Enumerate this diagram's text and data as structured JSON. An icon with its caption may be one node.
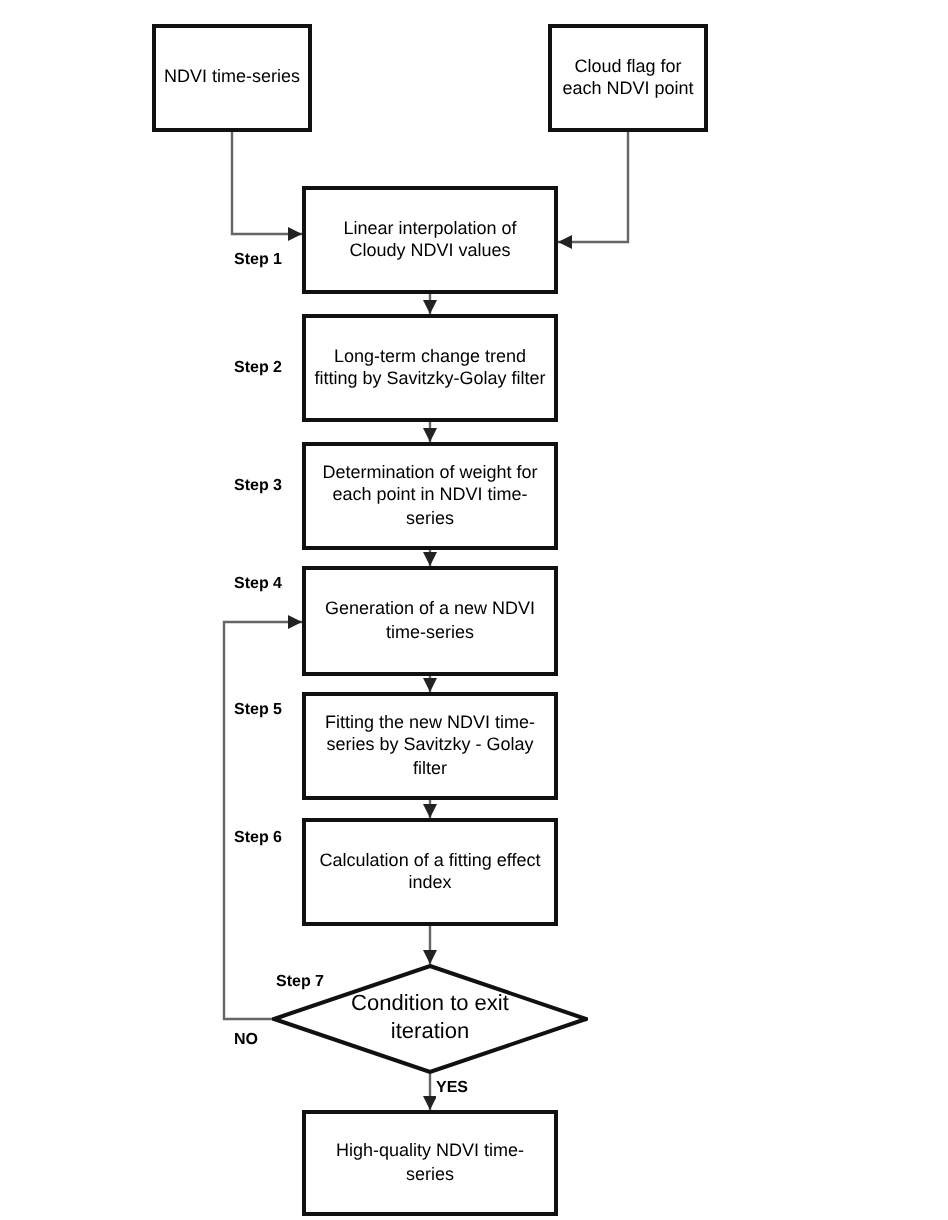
{
  "diagram": {
    "nodes": [
      {
        "text": [
          "NDVI time-series"
        ]
      },
      {
        "text": [
          "Cloud flag for each NDVI point"
        ]
      },
      {
        "text": [
          "Linear interpolation of Cloudy NDVI values"
        ]
      },
      {
        "text": [
          "Long-term change trend fitting by Savitzky-Golay filter"
        ]
      },
      {
        "text": [
          "Determination of weight for each point in NDVI time-series"
        ]
      },
      {
        "text": [
          "Generation of a new NDVI time-series"
        ]
      },
      {
        "text": [
          "Fitting the new NDVI time-series by Savitzky - Golay filter"
        ]
      },
      {
        "text": [
          "Calculation of a fitting effect index"
        ]
      },
      {
        "text": [
          "Condition to exit iteration"
        ]
      },
      {
        "text": [
          "High-quality NDVI time-series"
        ]
      }
    ],
    "edges": [
      {
        "from": 0,
        "to": 2,
        "arrow": "to"
      },
      {
        "from": 1,
        "to": 2,
        "arrow": "to"
      },
      {
        "from": 2,
        "to": 3,
        "arrow": "to"
      },
      {
        "from": 3,
        "to": 4,
        "arrow": "to"
      },
      {
        "from": 4,
        "to": 5,
        "arrow": "to"
      },
      {
        "from": 5,
        "to": 6,
        "arrow": "to"
      },
      {
        "from": 6,
        "to": 7,
        "arrow": "to"
      },
      {
        "from": 7,
        "to": 8,
        "arrow": "to"
      },
      {
        "from": 8,
        "to": 9,
        "arrow": "to",
        "label": "YES"
      },
      {
        "from": 8,
        "to": 5,
        "arrow": "to",
        "label": "NO"
      }
    ],
    "labels": [
      "Step 1",
      "Step 2",
      "Step 3",
      "Step 4",
      "Step 5",
      "Step 6",
      "Step 7"
    ]
  }
}
